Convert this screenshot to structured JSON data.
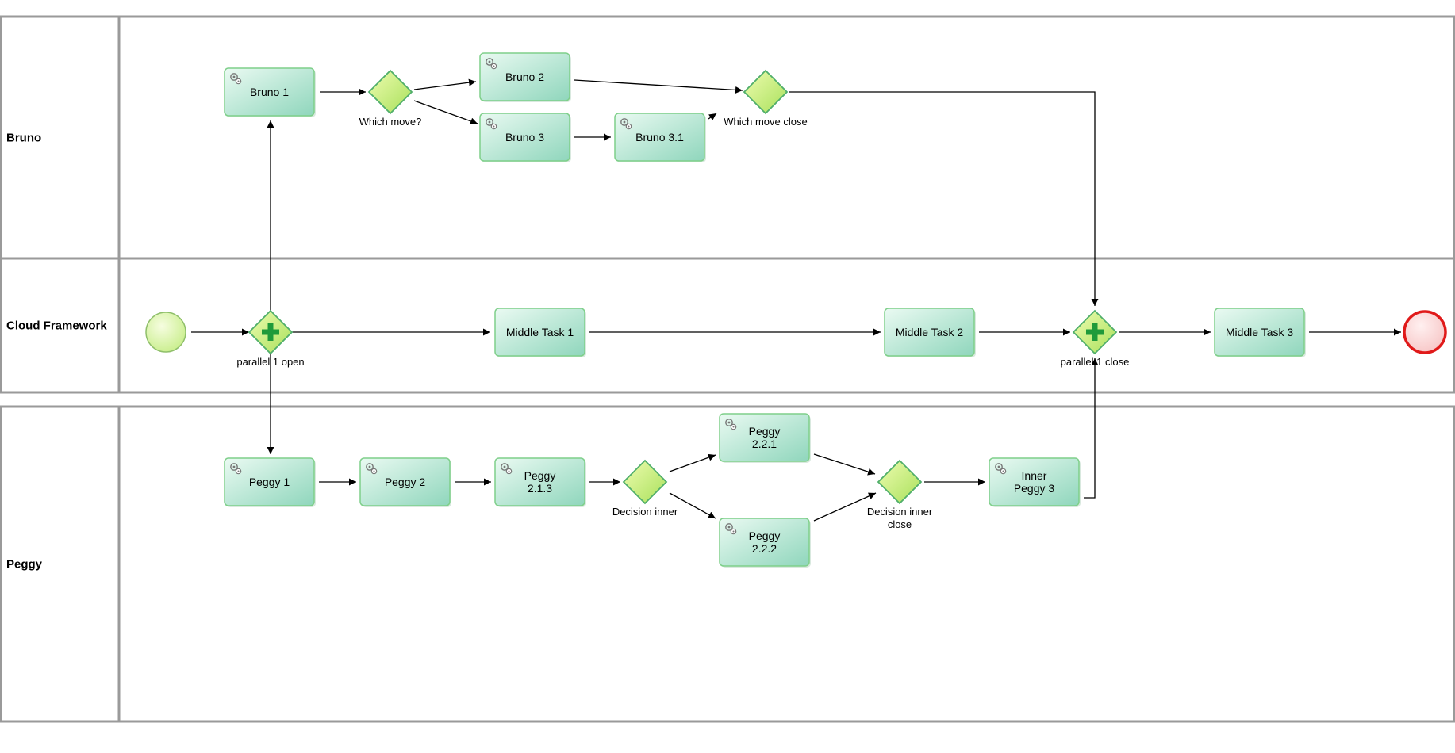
{
  "lanes": [
    {
      "id": "bruno",
      "label": "Bruno"
    },
    {
      "id": "cloud",
      "label": "Cloud Framework"
    },
    {
      "id": "peggy",
      "label": "Peggy"
    }
  ],
  "tasks": [
    {
      "id": "bruno1",
      "lines": [
        "Bruno 1"
      ],
      "icon": "gear-icon"
    },
    {
      "id": "bruno2",
      "lines": [
        "Bruno 2"
      ],
      "icon": "gear-icon"
    },
    {
      "id": "bruno3",
      "lines": [
        "Bruno 3"
      ],
      "icon": "gear-icon"
    },
    {
      "id": "bruno31",
      "lines": [
        "Bruno 3.1"
      ],
      "icon": "gear-icon"
    },
    {
      "id": "mid1",
      "lines": [
        "Middle Task 1"
      ],
      "icon": ""
    },
    {
      "id": "mid2",
      "lines": [
        "Middle Task 2"
      ],
      "icon": ""
    },
    {
      "id": "mid3",
      "lines": [
        "Middle Task 3"
      ],
      "icon": ""
    },
    {
      "id": "peggy1",
      "lines": [
        "Peggy 1"
      ],
      "icon": "gear-icon"
    },
    {
      "id": "peggy2",
      "lines": [
        "Peggy 2"
      ],
      "icon": "gear-icon"
    },
    {
      "id": "peggy213",
      "lines": [
        "Peggy",
        "2.1.3"
      ],
      "icon": "gear-icon"
    },
    {
      "id": "peggy221",
      "lines": [
        "Peggy",
        "2.2.1"
      ],
      "icon": "gear-icon"
    },
    {
      "id": "peggy222",
      "lines": [
        "Peggy",
        "2.2.2"
      ],
      "icon": "gear-icon"
    },
    {
      "id": "peggy3",
      "lines": [
        "Inner",
        "Peggy 3"
      ],
      "icon": "gear-icon"
    }
  ],
  "gateways": [
    {
      "id": "which",
      "kind": "exclusive",
      "lines": [
        "Which move?"
      ]
    },
    {
      "id": "whichclose",
      "kind": "exclusive",
      "lines": [
        "Which move close"
      ]
    },
    {
      "id": "par1",
      "kind": "parallel",
      "lines": [
        "parallel 1 open"
      ]
    },
    {
      "id": "par2",
      "kind": "parallel",
      "lines": [
        "parallel 1 close"
      ]
    },
    {
      "id": "decin",
      "kind": "exclusive",
      "lines": [
        "Decision inner"
      ]
    },
    {
      "id": "decclose",
      "kind": "exclusive",
      "lines": [
        "Decision inner",
        "close"
      ]
    }
  ],
  "events": [
    {
      "id": "start",
      "kind": "start"
    },
    {
      "id": "end",
      "kind": "end"
    }
  ],
  "flows": [
    {
      "from": "start",
      "to": "par1"
    },
    {
      "from": "par1",
      "to": "bruno1"
    },
    {
      "from": "par1",
      "to": "mid1"
    },
    {
      "from": "par1",
      "to": "peggy1"
    },
    {
      "from": "bruno1",
      "to": "which"
    },
    {
      "from": "which",
      "to": "bruno2"
    },
    {
      "from": "which",
      "to": "bruno3"
    },
    {
      "from": "bruno3",
      "to": "bruno31"
    },
    {
      "from": "bruno2",
      "to": "whichclose"
    },
    {
      "from": "bruno31",
      "to": "whichclose"
    },
    {
      "from": "whichclose",
      "to": "par2"
    },
    {
      "from": "mid1",
      "to": "mid2"
    },
    {
      "from": "mid2",
      "to": "par2"
    },
    {
      "from": "par2",
      "to": "mid3"
    },
    {
      "from": "mid3",
      "to": "end"
    },
    {
      "from": "peggy1",
      "to": "peggy2"
    },
    {
      "from": "peggy2",
      "to": "peggy213"
    },
    {
      "from": "peggy213",
      "to": "decin"
    },
    {
      "from": "decin",
      "to": "peggy221"
    },
    {
      "from": "decin",
      "to": "peggy222"
    },
    {
      "from": "peggy221",
      "to": "decclose"
    },
    {
      "from": "peggy222",
      "to": "decclose"
    },
    {
      "from": "decclose",
      "to": "peggy3"
    },
    {
      "from": "peggy3",
      "to": "par2"
    }
  ],
  "colors": {
    "lane_border": "#9a9a9a",
    "task_fill_top": "#eafaf2",
    "task_fill_bottom": "#8fd6bc",
    "task_border": "#7fcf8a",
    "gateway_fill": "#c8f07a",
    "gateway_border": "#4fae6a",
    "gateway_plus": "#1f9a3a",
    "start_fill": "#e2f7b6",
    "start_border": "#8fbf6a",
    "end_stroke": "#e01a1a",
    "flow": "#000000"
  }
}
